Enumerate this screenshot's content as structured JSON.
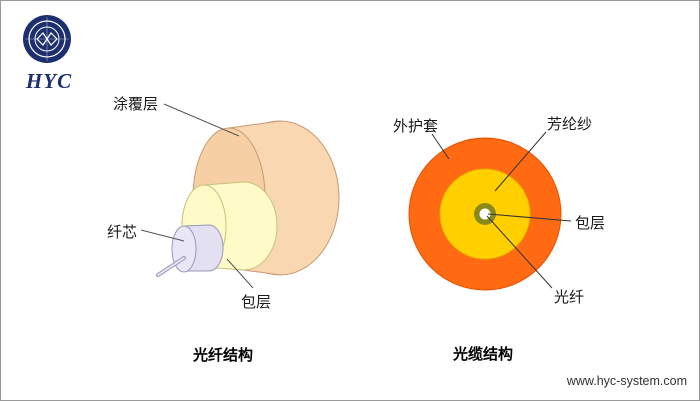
{
  "logo": {
    "text": "HYC"
  },
  "fiber_diagram": {
    "labels": {
      "coating": "涂覆层",
      "core": "纤芯",
      "cladding": "包层"
    },
    "caption": "光纤结构"
  },
  "cable_diagram": {
    "labels": {
      "outer_jacket": "外护套",
      "aramid": "芳纶纱",
      "cladding": "包层",
      "fiber": "光纤"
    },
    "caption": "光缆结构"
  },
  "footer": {
    "website": "www.hyc-system.com"
  },
  "colors": {
    "coating": "#f9d7b1",
    "cladding_yellow": "#fffbc9",
    "core": "#e2e0f1",
    "jacket": "#ff6a13",
    "aramid": "#ffcf00",
    "inner_cladding": "#8a8a1a",
    "logo_blue": "#1d2f6f"
  }
}
